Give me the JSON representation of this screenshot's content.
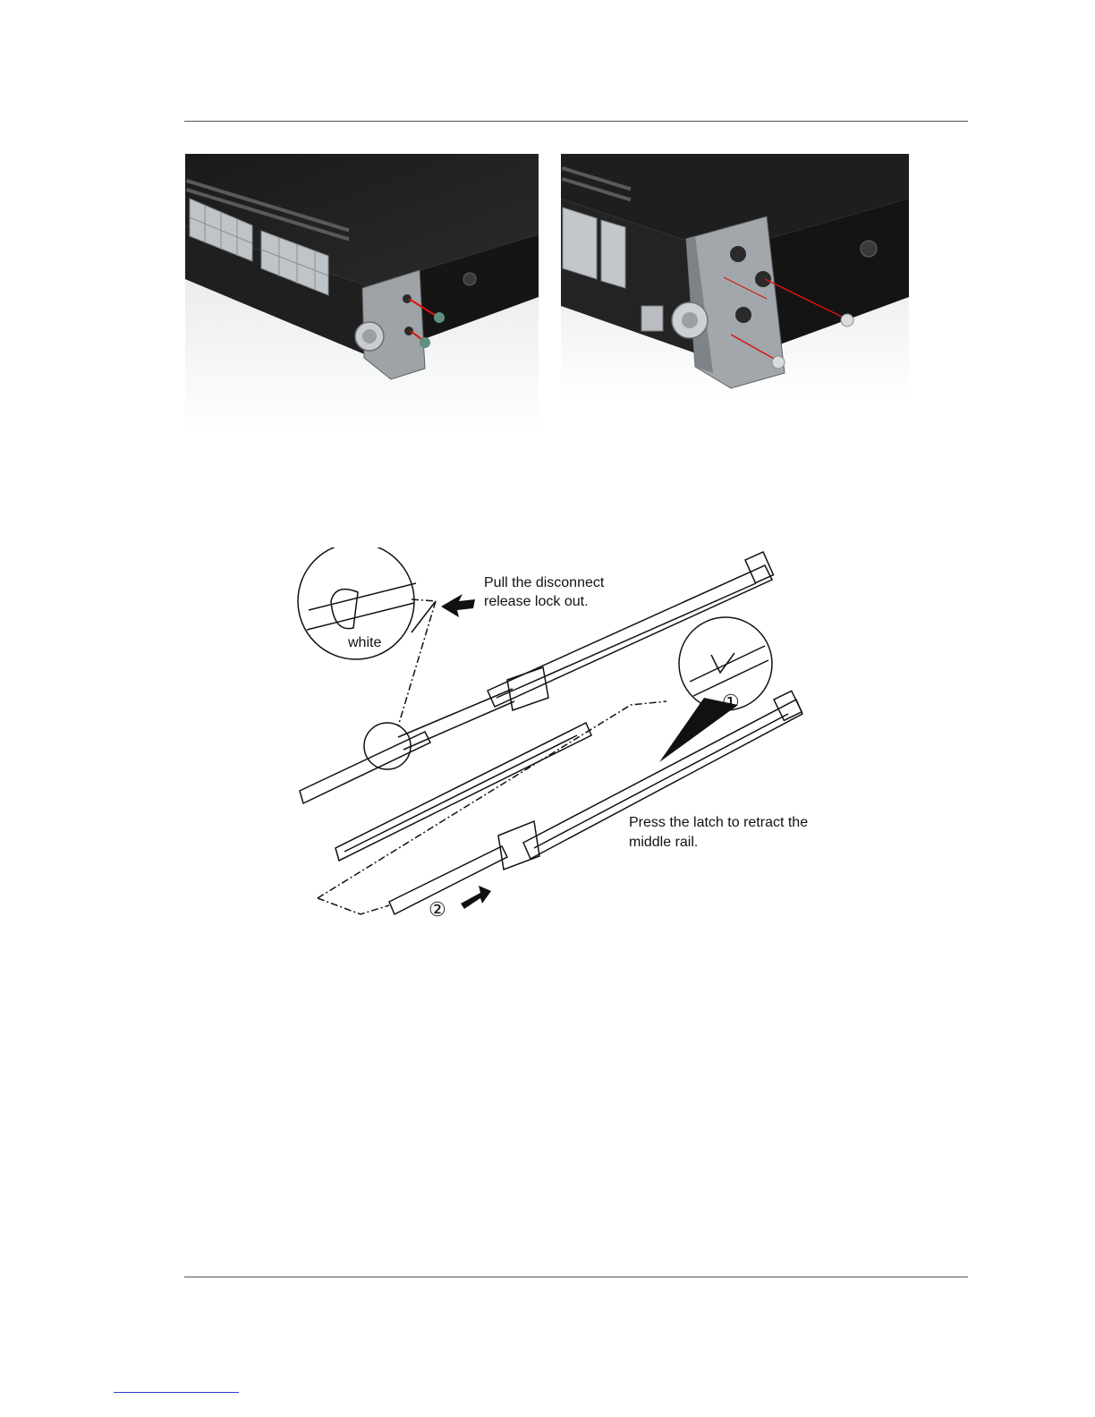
{
  "figure_left": {
    "alt": "Rack ear mounted on left front corner of switch"
  },
  "figure_right": {
    "alt": "Rack ear mounted on right front corner of switch"
  },
  "rail_diagram": {
    "callout_pull_line1": "Pull the disconnect",
    "callout_pull_line2": "release lock out.",
    "callout_white": "white",
    "callout_press_line1": "Press the latch to retract the",
    "callout_press_line2": "middle rail.",
    "step_1": "①",
    "step_2": "②"
  }
}
